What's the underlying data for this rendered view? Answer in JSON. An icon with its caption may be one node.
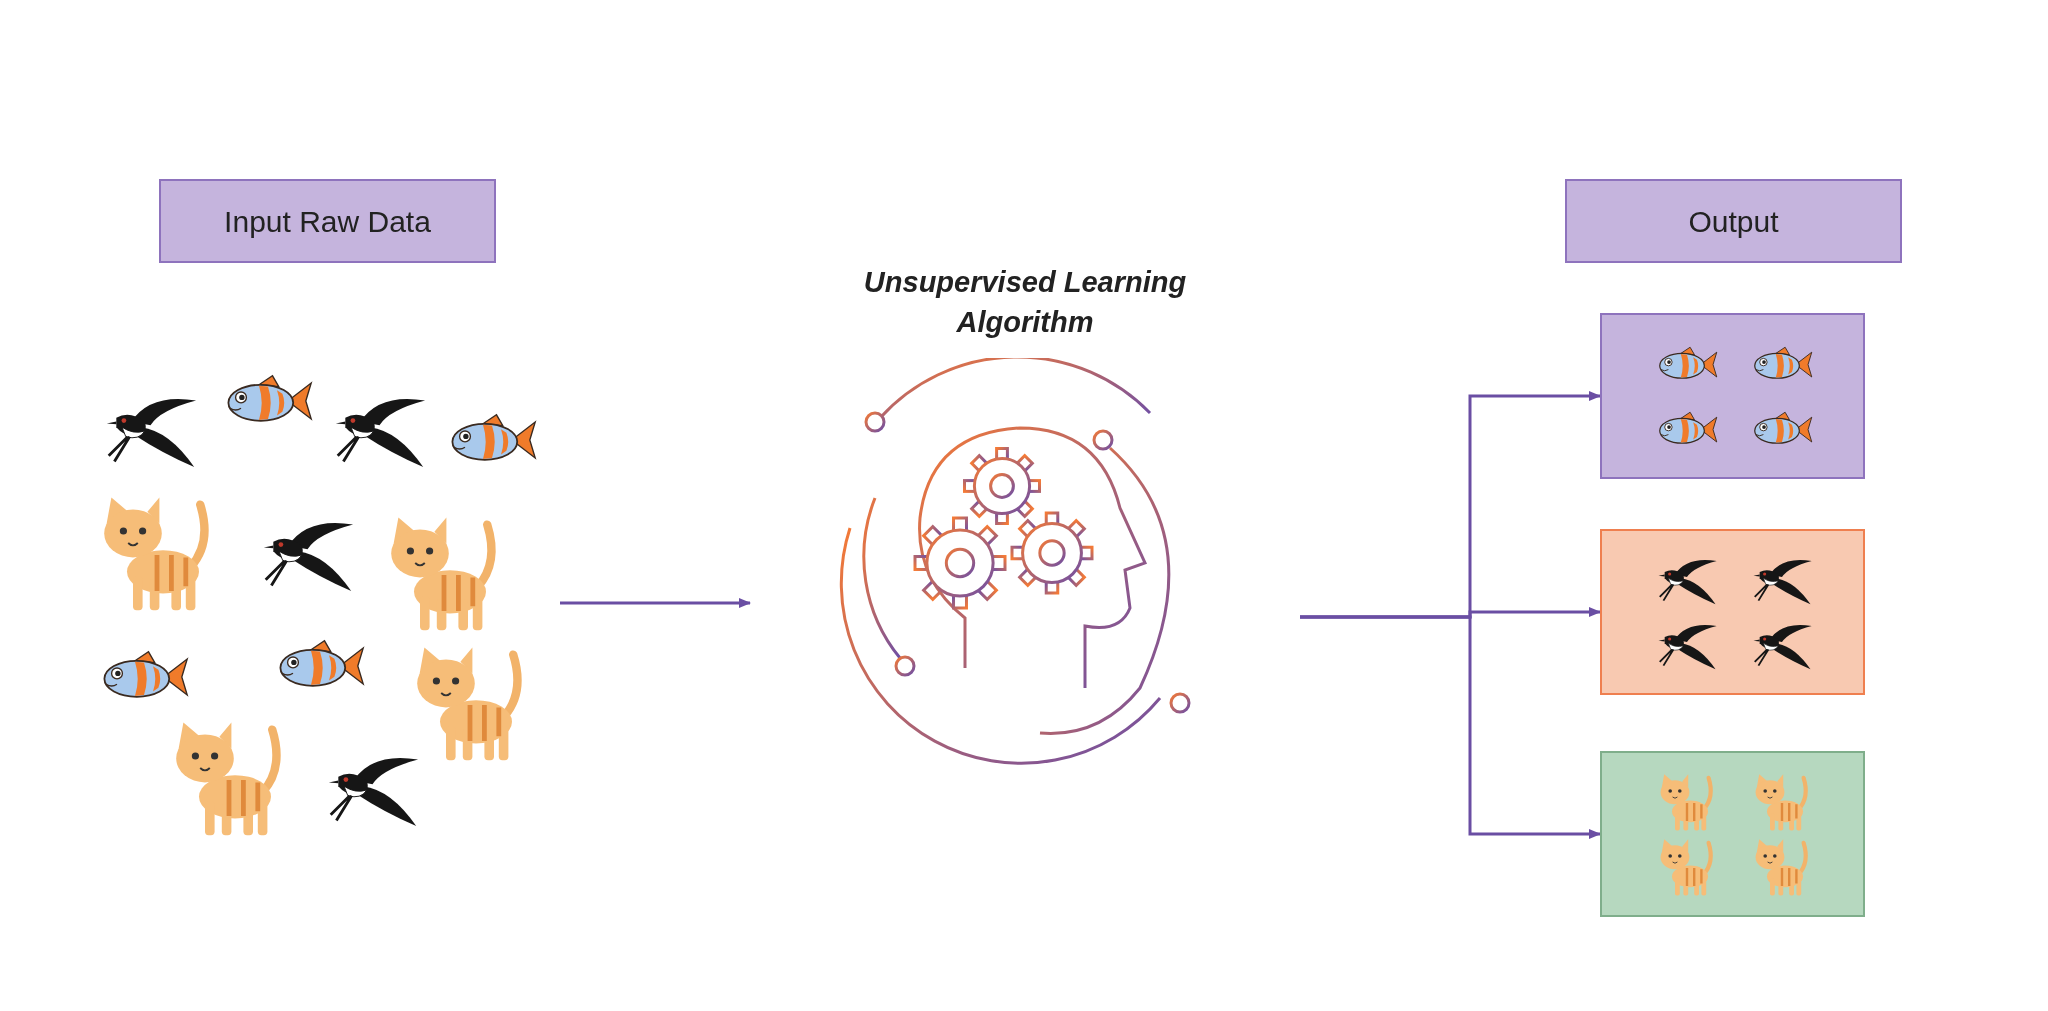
{
  "diagram": {
    "nodes": [
      {
        "text": [
          "Input Raw Data"
        ]
      },
      {
        "text": [
          "Output"
        ]
      },
      {
        "text": [],
        "shape": "picture"
      },
      {
        "text": [
          "Unsupervised Learning Algorithm"
        ]
      },
      {
        "text": [],
        "shape": "box"
      },
      {
        "text": [],
        "shape": "box"
      },
      {
        "text": [],
        "shape": "box"
      }
    ],
    "edges": [
      {
        "from": 2,
        "to": 3,
        "arrow": "to"
      },
      {
        "from": 3,
        "to": 4,
        "arrow": "to"
      },
      {
        "from": 3,
        "to": 5,
        "arrow": "to"
      },
      {
        "from": 3,
        "to": 6,
        "arrow": "to"
      }
    ]
  }
}
